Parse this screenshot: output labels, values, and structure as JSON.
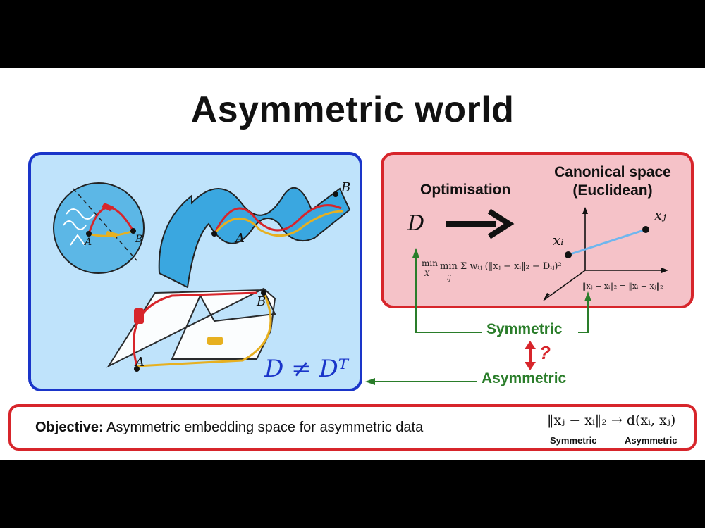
{
  "title": "Asymmetric world",
  "left_panel": {
    "inequality": "D ≠ Dᵀ",
    "globe_labels": [
      "A",
      "B"
    ],
    "river_labels": [
      "A",
      "B"
    ],
    "road_labels": [
      "A",
      "B"
    ]
  },
  "right_panel": {
    "optimisation_label": "Optimisation",
    "canonical_title_line1": "Canonical space",
    "canonical_title_line2": "(Euclidean)",
    "d_symbol": "D",
    "formula": "min Σ wᵢⱼ (‖xⱼ − xᵢ‖₂ − Dᵢⱼ)²",
    "formula_min": "min",
    "formula_sub_x": "X",
    "formula_sub_ij": "ij",
    "point_xi": "xᵢ",
    "point_xj": "xⱼ",
    "norm_equation": "‖xⱼ − xᵢ‖₂ = ‖xᵢ − xⱼ‖₂"
  },
  "labels": {
    "symmetric": "Symmetric",
    "asymmetric": "Asymmetric",
    "question": "?"
  },
  "objective": {
    "prefix": "Objective:",
    "text": " Asymmetric embedding space for asymmetric data",
    "math": "‖xⱼ − xᵢ‖₂ → d(xᵢ, xⱼ)",
    "symmetric_small": "Symmetric",
    "asymmetric_small": "Asymmetric"
  },
  "colors": {
    "blue_border": "#1a35c9",
    "red_border": "#d7252b",
    "green": "#2a7d2a",
    "light_blue": "#bfe3fb",
    "pink": "#f5c2c8"
  }
}
